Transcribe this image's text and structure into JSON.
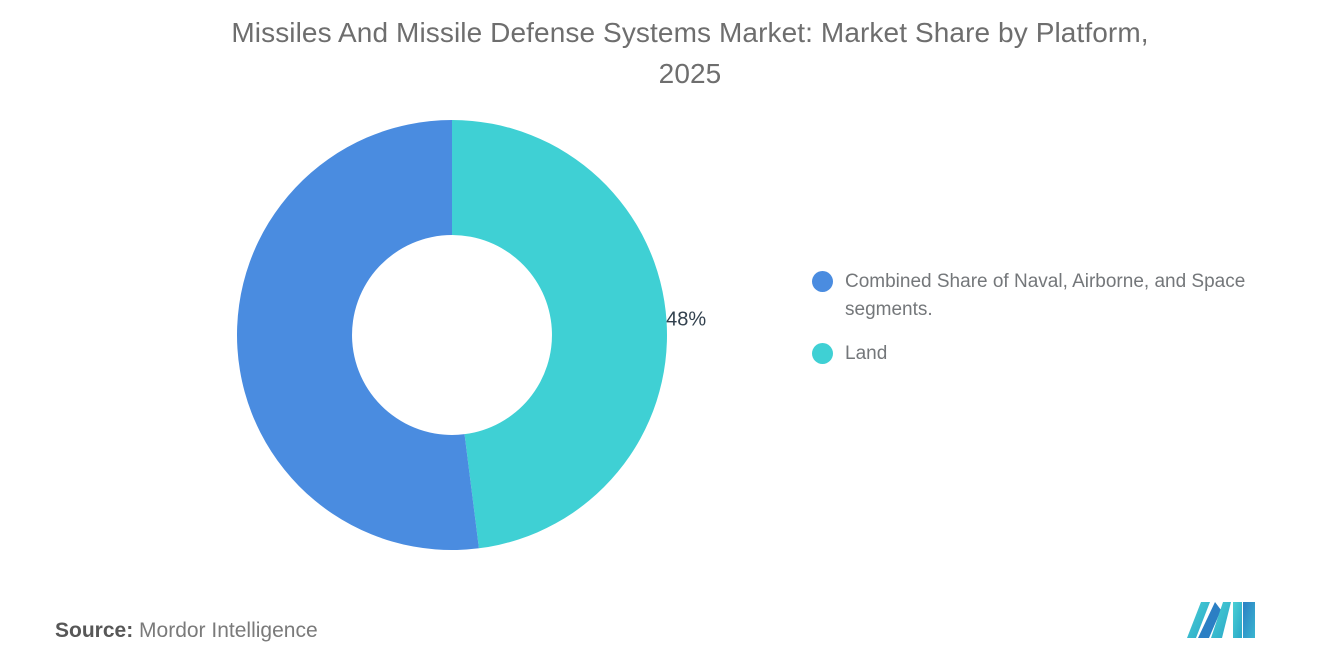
{
  "chart_data": {
    "type": "pie",
    "variant": "donut",
    "title": "Missiles And Missile Defense Systems Market: Market Share by Platform, 2025",
    "title_line1": "Missiles And Missile Defense Systems Market: Market Share by Platform,",
    "title_line2": "2025",
    "subtitle": "",
    "xlabel": "",
    "ylabel": "",
    "legend_position": "right",
    "grid": false,
    "start_angle_deg": 0,
    "direction": "clockwise",
    "inner_radius_ratio": 0.465,
    "categories": [
      "Combined Share of Naval, Airborne, and Space segments.",
      "Land"
    ],
    "values": [
      52,
      48
    ],
    "labels": [
      "",
      "48%"
    ],
    "colors": [
      "#4a8ce0",
      "#3fd0d4"
    ],
    "slices": [
      {
        "name": "Combined Share of Naval, Airborne, and Space segments.",
        "value": 52,
        "label": "",
        "color": "#4a8ce0"
      },
      {
        "name": "Land",
        "value": 48,
        "label": "48%",
        "color": "#3fd0d4"
      }
    ]
  },
  "title": {
    "line1": "Missiles And Missile Defense Systems Market: Market Share by Platform,",
    "line2": "2025"
  },
  "legend": {
    "items": [
      {
        "label": "Combined Share of Naval, Airborne, and Space segments.",
        "color": "#4a8ce0"
      },
      {
        "label": "Land",
        "color": "#3fd0d4"
      }
    ]
  },
  "footer": {
    "source_label": "Source:",
    "source_value": "Mordor Intelligence"
  },
  "brand": {
    "logo_name": "mordor-intelligence-logo",
    "color_dark": "#2b7fc4",
    "color_mid": "#2aa7c8",
    "color_light": "#49cfd4"
  },
  "theme": {
    "background": "#ffffff",
    "title_color": "#6e6e6e",
    "legend_text_color": "#74777a",
    "data_label_color": "#32414e",
    "accent_blue": "#4a8ce0",
    "accent_teal": "#3fd0d4"
  }
}
